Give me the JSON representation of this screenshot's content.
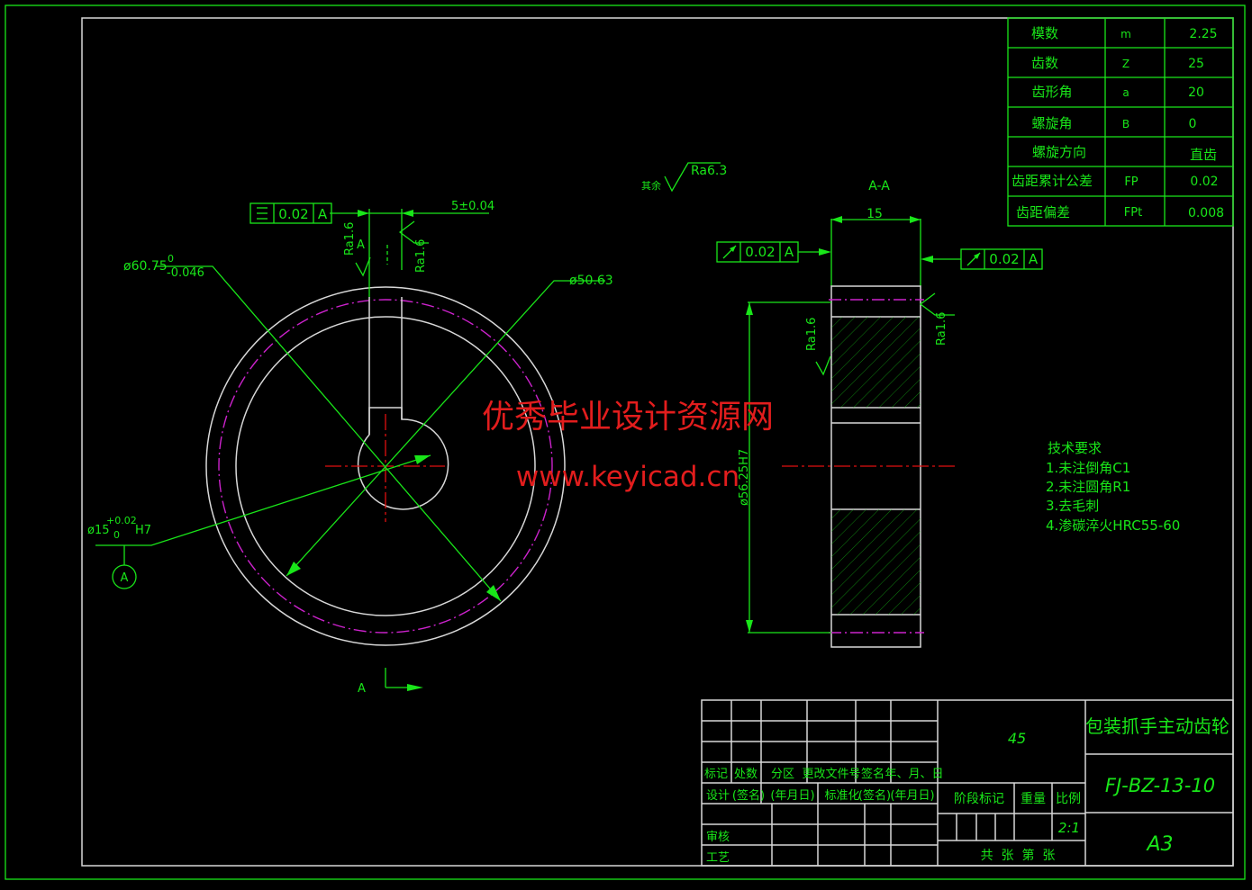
{
  "params": [
    {
      "name": "模数",
      "sym": "m",
      "val": "2.25"
    },
    {
      "name": "齿数",
      "sym": "Z",
      "val": "25"
    },
    {
      "name": "齿形角",
      "sym": "a",
      "val": "20"
    },
    {
      "name": "螺旋角",
      "sym": "B",
      "val": "0"
    },
    {
      "name": "螺旋方向",
      "sym": "",
      "val": "直齿"
    },
    {
      "name": "齿距累计公差",
      "sym": "FP",
      "val": "0.02"
    },
    {
      "name": "齿距偏差",
      "sym": "FPt",
      "val": "0.008"
    }
  ],
  "front_view": {
    "outer_dia": "ø60.75",
    "outer_tol_up": "0",
    "outer_tol_low": "-0.046",
    "pitch_dia": "ø50.63",
    "bore_dia": "ø15",
    "bore_tol_up": "+0.02",
    "bore_tol_low": "0",
    "bore_fit": "H7",
    "datum": "A",
    "keyway_width": "5±0.04",
    "symmetry_tol": "0.02",
    "symmetry_datum": "A",
    "ra_left": "Ra1.6",
    "ra_right": "Ra1.6",
    "section_mark_top": "A",
    "section_mark_bottom": "A"
  },
  "other_roughness": {
    "label": "其余",
    "value": "Ra6.3"
  },
  "section_view": {
    "title": "A-A",
    "width": "15",
    "runout_left": "0.02",
    "runout_left_datum": "A",
    "runout_right": "0.02",
    "runout_right_datum": "A",
    "ra_left": "Ra1.6",
    "ra_right": "Ra1.6",
    "dia": "ø56.25H7"
  },
  "tech": {
    "title": "技术要求",
    "items": [
      "1.未注倒角C1",
      "2.未注圆角R1",
      "3.去毛刺",
      "4.渗碳淬火HRC55-60"
    ]
  },
  "watermark": {
    "line1": "优秀毕业设计资源网",
    "line2": "www.keyicad.cn"
  },
  "title_block": {
    "material": "45",
    "part_name": "包装抓手主动齿轮",
    "drawing_no": "FJ-BZ-13-10",
    "sheet": "A3",
    "scale": "2:1",
    "row_headers": [
      "标记",
      "处数",
      "分区",
      "更改文件号",
      "签名",
      "年、月、日"
    ],
    "row_design": [
      "设计",
      "(签名)",
      "(年月日)",
      "标准化",
      "(签名)",
      "(年月日)"
    ],
    "review": "审核",
    "process": "工艺",
    "stage": "阶段标记",
    "weight": "重量",
    "ratio": "比例",
    "sheets": "共  张  第  张"
  },
  "colors": {
    "lines": "#19e619",
    "outline": "#d8d8d8",
    "pitch": "#cc22cc",
    "center": "#e01010",
    "watermark": "#e21d1d"
  }
}
